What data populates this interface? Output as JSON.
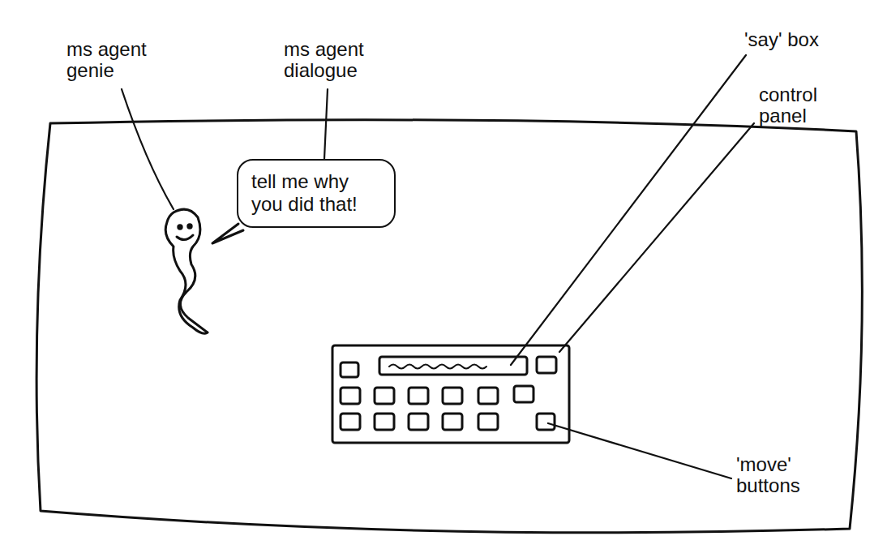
{
  "diagram": {
    "nodes": [
      {
        "text": [
          "tell me why you did that!"
        ]
      }
    ],
    "labels": [
      "ms agent genie",
      "ms agent dialogue",
      "'say' box",
      "control panel",
      "'move' buttons"
    ]
  }
}
